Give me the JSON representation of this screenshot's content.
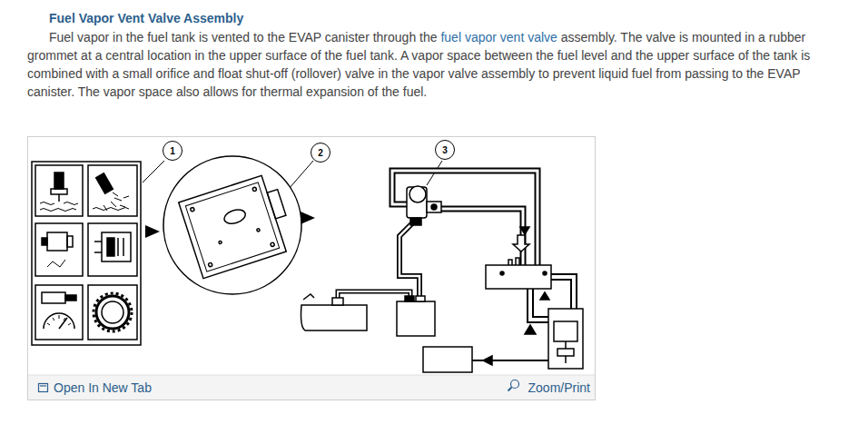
{
  "diagram": {
    "title": "Fuel Vapor Vent Valve Assembly",
    "nodes": [
      {
        "text": [
          "1"
        ]
      },
      {
        "text": [
          "2"
        ]
      },
      {
        "text": [
          "3"
        ]
      }
    ],
    "edges": [],
    "labels": [
      "Fuel vapor in the fuel tank is vented to the EVAP canister through the",
      "fuel vapor vent valve",
      "assembly. The valve is mounted in a rubber grommet at a central location in the upper surface of the fuel tank. A vapor space between the fuel level and the upper surface of the tank is combined with a small orifice and float shut-off (rollover) valve in the vapor valve assembly to prevent liquid fuel from passing to the EVAP canister. The vapor space also allows for thermal expansion of the fuel.",
      "Open In New Tab",
      "Zoom/Print"
    ]
  }
}
